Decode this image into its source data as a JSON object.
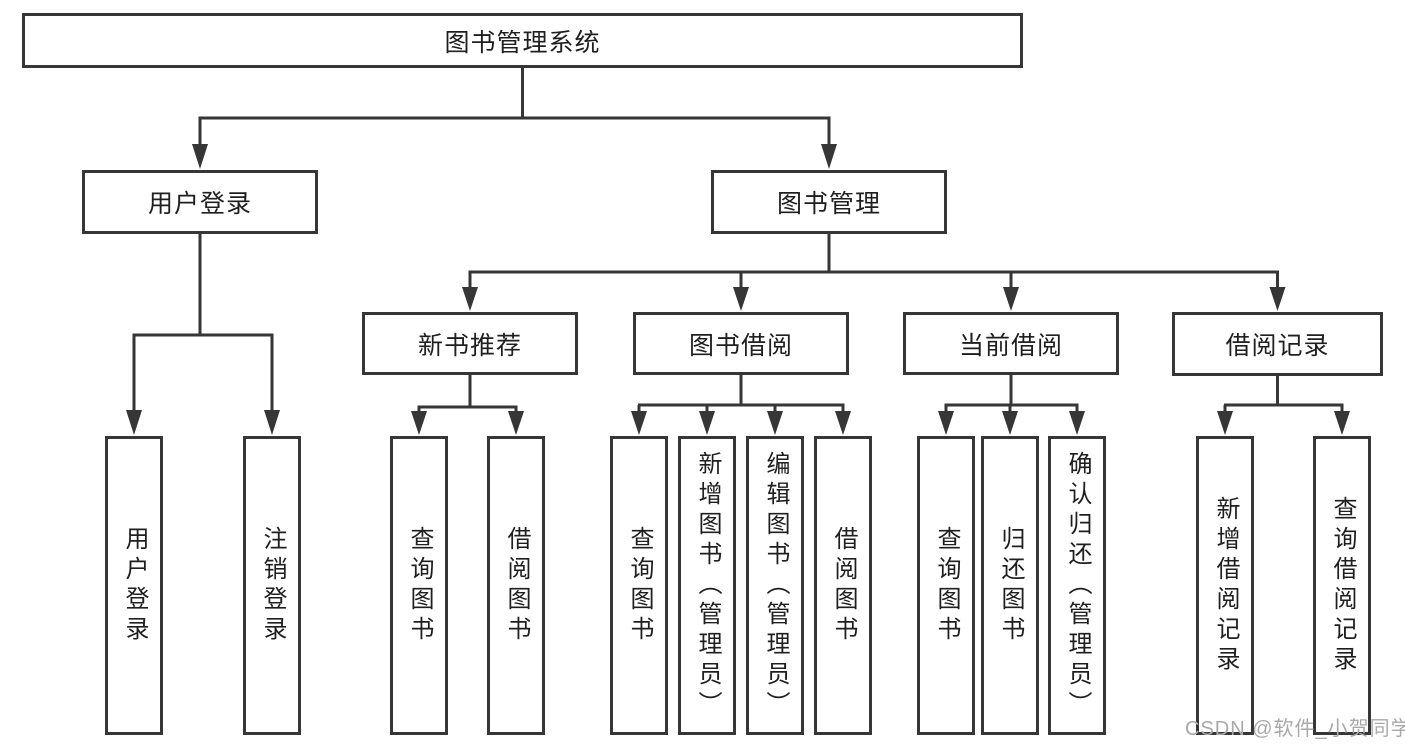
{
  "colors": {
    "line": "#363636",
    "box_border": "#363636",
    "text": "#1f1f1f",
    "background": "#ffffff",
    "watermark": "#a9a9a9"
  },
  "watermark": {
    "text": "CSDN @软件_小贺同学"
  },
  "tree": {
    "root": {
      "label": "图书管理系统"
    },
    "branches": [
      {
        "label": "用户登录",
        "children": [
          {
            "label": "用户登录"
          },
          {
            "label": "注销登录"
          }
        ]
      },
      {
        "label": "图书管理",
        "children": [
          {
            "label": "新书推荐",
            "children": [
              {
                "label": "查询图书"
              },
              {
                "label": "借阅图书"
              }
            ]
          },
          {
            "label": "图书借阅",
            "children": [
              {
                "label": "查询图书"
              },
              {
                "label": "新增图书（管理员）"
              },
              {
                "label": "编辑图书（管理员）"
              },
              {
                "label": "借阅图书"
              }
            ]
          },
          {
            "label": "当前借阅",
            "children": [
              {
                "label": "查询图书"
              },
              {
                "label": "归还图书"
              },
              {
                "label": "确认归还（管理员）"
              }
            ]
          },
          {
            "label": "借阅记录",
            "children": [
              {
                "label": "新增借阅记录"
              },
              {
                "label": "查询借阅记录"
              }
            ]
          }
        ]
      }
    ]
  }
}
